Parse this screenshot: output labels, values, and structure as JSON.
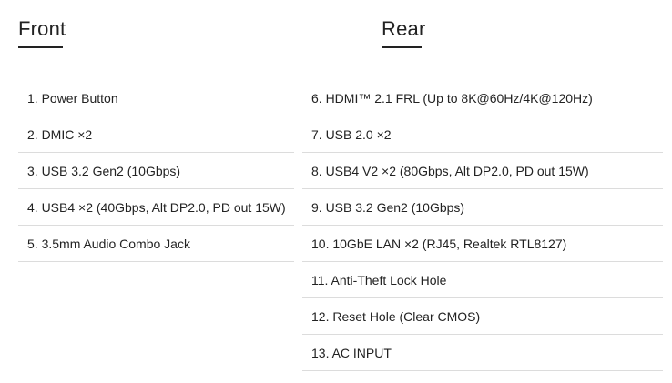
{
  "front": {
    "title": "Front",
    "items": [
      "1. Power Button",
      "2. DMIC ×2",
      "3. USB 3.2 Gen2 (10Gbps)",
      "4. USB4 ×2 (40Gbps, Alt DP2.0, PD out 15W)",
      "5. 3.5mm Audio Combo Jack"
    ]
  },
  "rear": {
    "title": "Rear",
    "items": [
      "6. HDMI™ 2.1 FRL (Up to 8K@60Hz/4K@120Hz)",
      "7. USB 2.0 ×2",
      "8. USB4 V2 ×2 (80Gbps, Alt DP2.0, PD out 15W)",
      "9. USB 3.2 Gen2 (10Gbps)",
      "10. 10GbE LAN ×2 (RJ45, Realtek RTL8127)",
      "11. Anti-Theft Lock Hole",
      "12. Reset Hole (Clear CMOS)",
      "13. AC INPUT"
    ]
  }
}
